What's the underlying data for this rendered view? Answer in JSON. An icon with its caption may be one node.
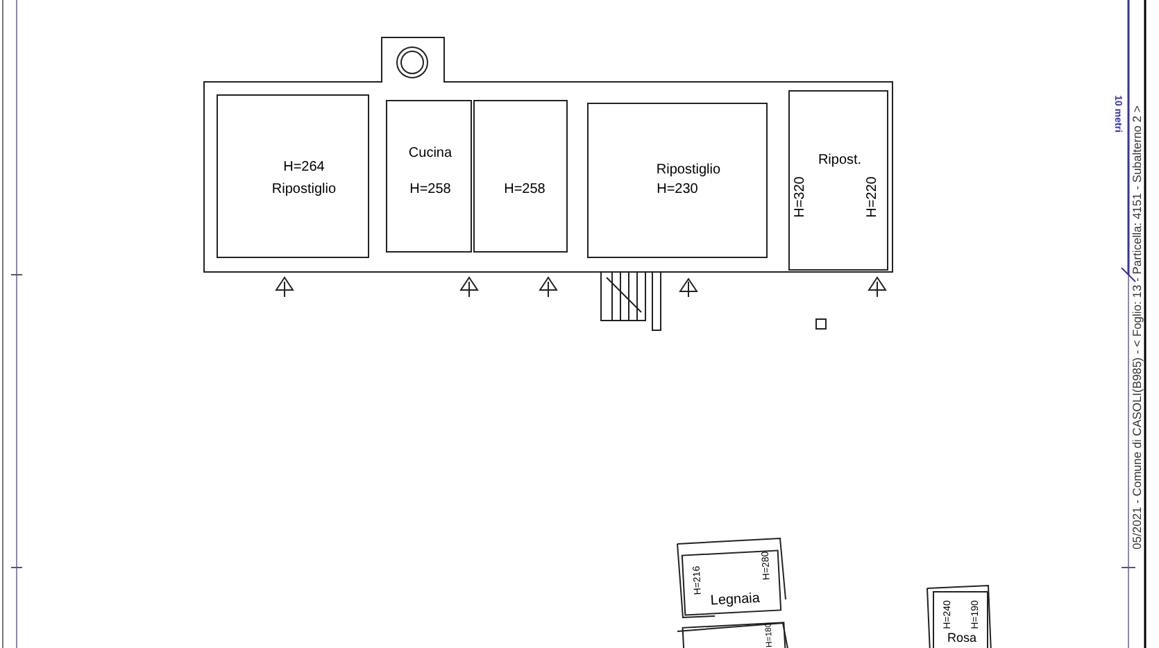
{
  "diagram": {
    "nodes": [
      {
        "text": [
          "H=264",
          "Ripostiglio"
        ]
      },
      {
        "text": [
          "Cucina",
          "H=258"
        ]
      },
      {
        "text": [
          "H=258"
        ]
      },
      {
        "text": [
          "Ripostiglio",
          "H=230"
        ]
      },
      {
        "text": [
          "Ripost.",
          "H=320",
          "H=220"
        ]
      },
      {
        "text": [
          "H=216",
          "H=280",
          "Legnaia"
        ]
      },
      {
        "text": [
          "H=180"
        ]
      },
      {
        "text": [
          "H=240",
          "H=190",
          "Rosa"
        ]
      }
    ],
    "labels": [
      "10 metri",
      "05/2021 - Comune di CASOLI(B985) - < Foglio: 13 - Particella: 4151 - Subalterno 2 >"
    ]
  }
}
